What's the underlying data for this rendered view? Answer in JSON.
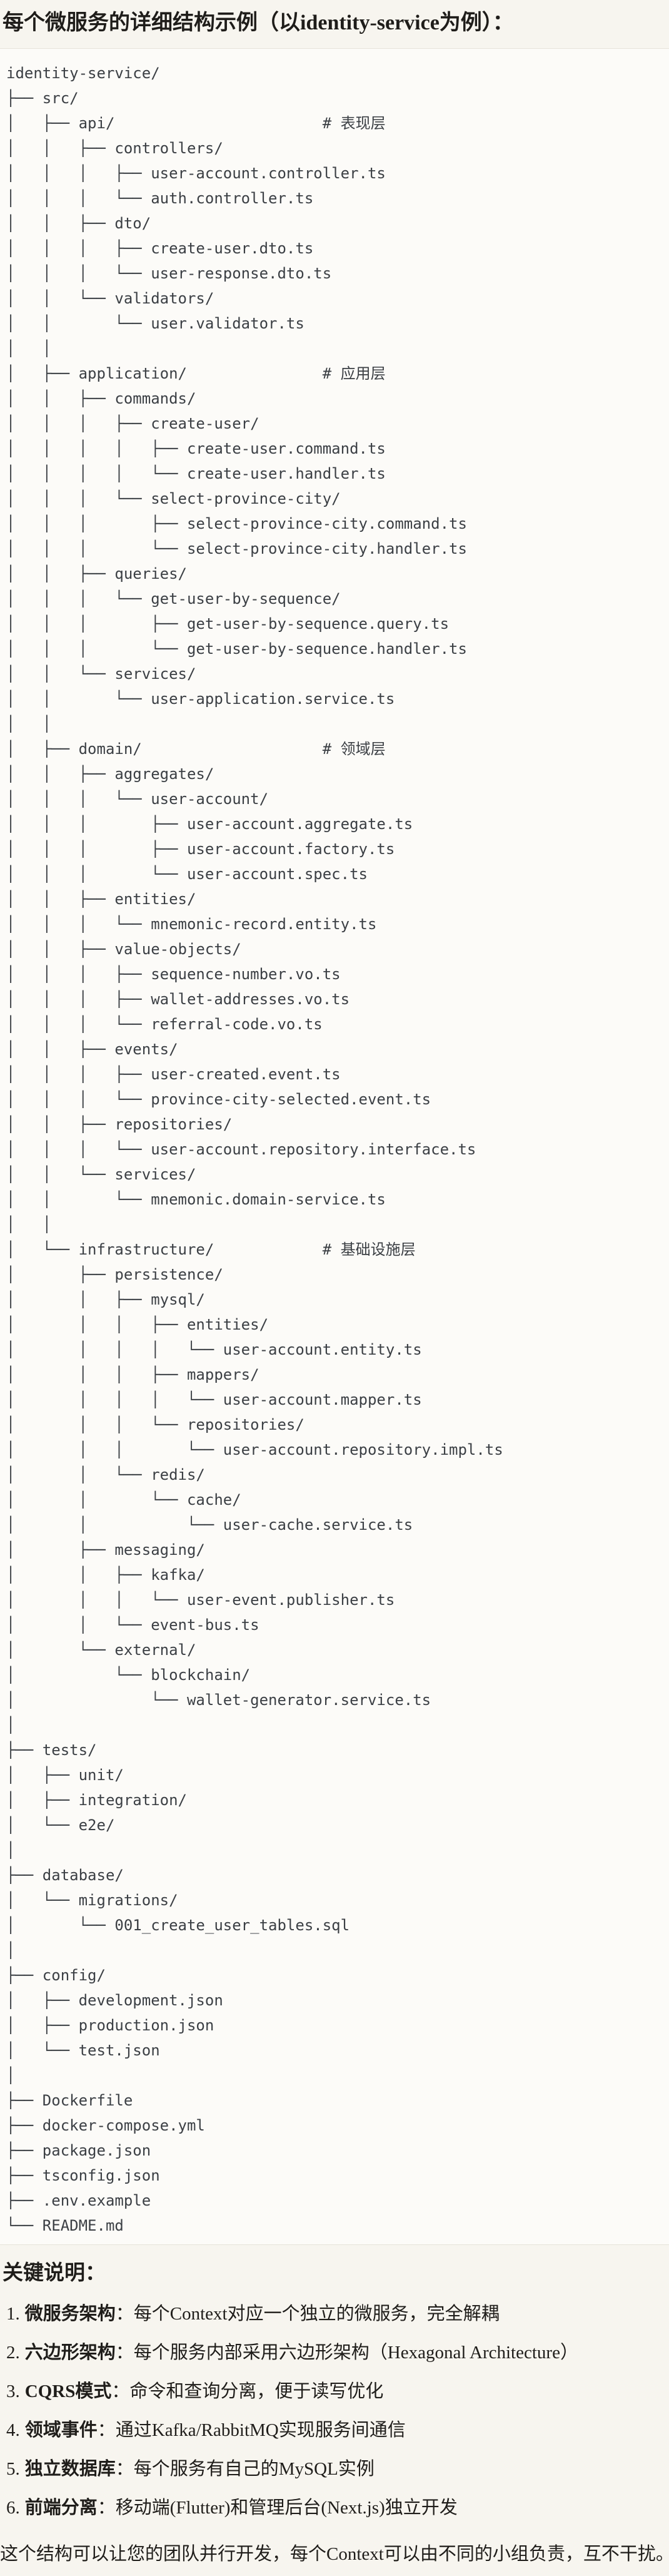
{
  "theme": {
    "page_bg": "#f7f5ef",
    "code_bg": "#fcfbf8",
    "border": "#e6e3da",
    "tree_text": "#3b3f44",
    "text": "#1f1d1a"
  },
  "title": "每个微服务的详细结构示例（以identity-service为例）：",
  "tree": {
    "lines": [
      "identity-service/",
      "├── src/",
      "│   ├── api/                       # 表现层",
      "│   │   ├── controllers/",
      "│   │   │   ├── user-account.controller.ts",
      "│   │   │   └── auth.controller.ts",
      "│   │   ├── dto/",
      "│   │   │   ├── create-user.dto.ts",
      "│   │   │   └── user-response.dto.ts",
      "│   │   └── validators/",
      "│   │       └── user.validator.ts",
      "│   │",
      "│   ├── application/               # 应用层",
      "│   │   ├── commands/",
      "│   │   │   ├── create-user/",
      "│   │   │   │   ├── create-user.command.ts",
      "│   │   │   │   └── create-user.handler.ts",
      "│   │   │   └── select-province-city/",
      "│   │   │       ├── select-province-city.command.ts",
      "│   │   │       └── select-province-city.handler.ts",
      "│   │   ├── queries/",
      "│   │   │   └── get-user-by-sequence/",
      "│   │   │       ├── get-user-by-sequence.query.ts",
      "│   │   │       └── get-user-by-sequence.handler.ts",
      "│   │   └── services/",
      "│   │       └── user-application.service.ts",
      "│   │",
      "│   ├── domain/                    # 领域层",
      "│   │   ├── aggregates/",
      "│   │   │   └── user-account/",
      "│   │   │       ├── user-account.aggregate.ts",
      "│   │   │       ├── user-account.factory.ts",
      "│   │   │       └── user-account.spec.ts",
      "│   │   ├── entities/",
      "│   │   │   └── mnemonic-record.entity.ts",
      "│   │   ├── value-objects/",
      "│   │   │   ├── sequence-number.vo.ts",
      "│   │   │   ├── wallet-addresses.vo.ts",
      "│   │   │   └── referral-code.vo.ts",
      "│   │   ├── events/",
      "│   │   │   ├── user-created.event.ts",
      "│   │   │   └── province-city-selected.event.ts",
      "│   │   ├── repositories/",
      "│   │   │   └── user-account.repository.interface.ts",
      "│   │   └── services/",
      "│   │       └── mnemonic.domain-service.ts",
      "│   │",
      "│   └── infrastructure/            # 基础设施层",
      "│       ├── persistence/",
      "│       │   ├── mysql/",
      "│       │   │   ├── entities/",
      "│       │   │   │   └── user-account.entity.ts",
      "│       │   │   ├── mappers/",
      "│       │   │   │   └── user-account.mapper.ts",
      "│       │   │   └── repositories/",
      "│       │   │       └── user-account.repository.impl.ts",
      "│       │   └── redis/",
      "│       │       └── cache/",
      "│       │           └── user-cache.service.ts",
      "│       ├── messaging/",
      "│       │   ├── kafka/",
      "│       │   │   └── user-event.publisher.ts",
      "│       │   └── event-bus.ts",
      "│       └── external/",
      "│           └── blockchain/",
      "│               └── wallet-generator.service.ts",
      "│",
      "├── tests/",
      "│   ├── unit/",
      "│   ├── integration/",
      "│   └── e2e/",
      "│",
      "├── database/",
      "│   └── migrations/",
      "│       └── 001_create_user_tables.sql",
      "│",
      "├── config/",
      "│   ├── development.json",
      "│   ├── production.json",
      "│   └── test.json",
      "│",
      "├── Dockerfile",
      "├── docker-compose.yml",
      "├── package.json",
      "├── tsconfig.json",
      "├── .env.example",
      "└── README.md"
    ]
  },
  "notes": {
    "heading": "关键说明：",
    "items": [
      {
        "num": "1.",
        "term": "微服务架构",
        "desc": "：每个Context对应一个独立的微服务，完全解耦"
      },
      {
        "num": "2.",
        "term": "六边形架构",
        "desc": "：每个服务内部采用六边形架构（Hexagonal Architecture）"
      },
      {
        "num": "3.",
        "term": "CQRS模式",
        "desc": "：命令和查询分离，便于读写优化"
      },
      {
        "num": "4.",
        "term": "领域事件",
        "desc": "：通过Kafka/RabbitMQ实现服务间通信"
      },
      {
        "num": "5.",
        "term": "独立数据库",
        "desc": "：每个服务有自己的MySQL实例"
      },
      {
        "num": "6.",
        "term": "前端分离",
        "desc": "：移动端(Flutter)和管理后台(Next.js)独立开发"
      }
    ],
    "footer": "这个结构可以让您的团队并行开发，每个Context可以由不同的小组负责，互不干扰。"
  }
}
